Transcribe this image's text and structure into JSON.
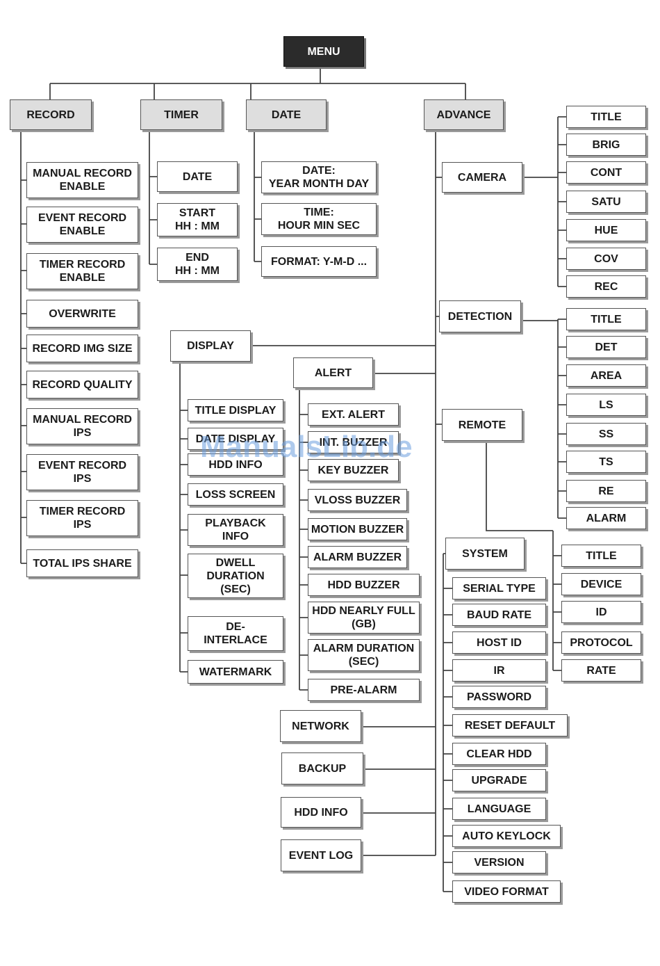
{
  "watermark": "ManualsLib.de",
  "menu": "MENU",
  "record": {
    "label": "RECORD",
    "items": [
      "MANUAL RECORD\nENABLE",
      "EVENT RECORD\nENABLE",
      "TIMER RECORD\nENABLE",
      "OVERWRITE",
      "RECORD IMG SIZE",
      "RECORD QUALITY",
      "MANUAL RECORD\nIPS",
      "EVENT RECORD\nIPS",
      "TIMER RECORD\nIPS",
      "TOTAL IPS SHARE"
    ]
  },
  "timer": {
    "label": "TIMER",
    "items": [
      "DATE",
      "START\nHH : MM",
      "END\nHH : MM"
    ]
  },
  "date": {
    "label": "DATE",
    "items": [
      "DATE:\nYEAR MONTH DAY",
      "TIME:\nHOUR MIN SEC",
      "FORMAT: Y-M-D ..."
    ]
  },
  "advance": {
    "label": "ADVANCE",
    "camera": {
      "label": "CAMERA",
      "items": [
        "TITLE",
        "BRIG",
        "CONT",
        "SATU",
        "HUE",
        "COV",
        "REC"
      ]
    },
    "detection": {
      "label": "DETECTION",
      "items": [
        "TITLE",
        "DET",
        "AREA",
        "LS",
        "SS",
        "TS",
        "RE",
        "ALARM"
      ]
    },
    "remote": {
      "label": "REMOTE"
    },
    "system": {
      "label": "SYSTEM",
      "items": [
        "SERIAL TYPE",
        "BAUD RATE",
        "HOST ID",
        "IR",
        "PASSWORD",
        "RESET DEFAULT",
        "CLEAR HDD",
        "UPGRADE",
        "LANGUAGE",
        "AUTO KEYLOCK",
        "VERSION",
        "VIDEO FORMAT"
      ],
      "remote_items": [
        "TITLE",
        "DEVICE",
        "ID",
        "PROTOCOL",
        "RATE"
      ]
    },
    "display": {
      "label": "DISPLAY",
      "items": [
        "TITLE DISPLAY",
        "DATE DISPLAY",
        "HDD INFO",
        "LOSS SCREEN",
        "PLAYBACK\nINFO",
        "DWELL\nDURATION\n(SEC)",
        "DE-\nINTERLACE",
        "WATERMARK"
      ]
    },
    "alert": {
      "label": "ALERT",
      "items": [
        "EXT. ALERT",
        "INT. BUZZER",
        "KEY BUZZER",
        "VLOSS BUZZER",
        "MOTION BUZZER",
        "ALARM BUZZER",
        "HDD BUZZER",
        "HDD NEARLY FULL\n(GB)",
        "ALARM DURATION\n(SEC)",
        "PRE-ALARM"
      ]
    },
    "network": "NETWORK",
    "backup": "BACKUP",
    "hdd_info": "HDD INFO",
    "event_log": "EVENT LOG"
  }
}
